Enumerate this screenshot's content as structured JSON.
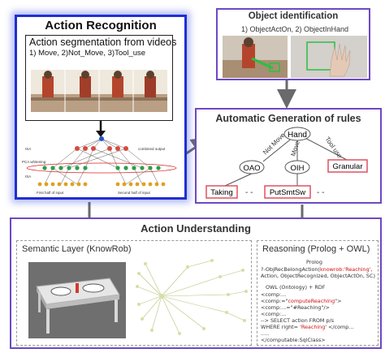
{
  "action_recognition": {
    "title": "Action Recognition",
    "sub_title": "Action segmentation from videos",
    "sub_items": "1) Move, 2)Not_Move, 3)Tool_use",
    "nn_labels": {
      "isa": "ISA",
      "pca": "PCA\nwhitening",
      "isa2": "ISA",
      "combined": "combined output",
      "first_half": "First half of input",
      "second_half": "Second half of input"
    }
  },
  "object_identification": {
    "title": "Object identification",
    "sub": "1) ObjectActOn, 2) ObjectInHand"
  },
  "rules": {
    "title": "Automatic Generation of rules",
    "root": "Hand",
    "edge_left": "Not Move",
    "edge_mid": "Move",
    "edge_right": "Tool use",
    "node_oao": "OAO",
    "node_oih": "OIH",
    "leaf_granular": "Granular",
    "leaf_taking": "Taking",
    "leaf_putsomething": "PutSmtSw",
    "dashes": "- -"
  },
  "understanding": {
    "title": "Action Understanding",
    "semantic_title": "Semantic Layer (KnowRob)",
    "reasoning_title": "Reasoning (Prolog + OWL)"
  },
  "code": {
    "prolog_label": "Prolog",
    "line1_pre": "?-ObjRecBelongAction(",
    "line1_red": "knowrob:'Reaching'",
    "line1_post": ",",
    "line2": "Action, ObjectRecognized, ObjectActOn, SC)",
    "owl_label": "OWL (Ontology) + RDF",
    "line3": "<comp:...",
    "line4_pre": "<comp:=\"",
    "line4_red": "computeReaching",
    "line4_post": "\">",
    "line5": "<comp:...=\"#Reaching\"/>",
    "line6": "<comp:...",
    "line7": "--> SELECT action FROM p/s",
    "line8_pre": "WHERE right= '",
    "line8_red": "Reaching",
    "line8_post": "' </comp...",
    "line9": ".....",
    "line10": "</computable:SqlClass>"
  },
  "colors": {
    "blue_border": "#1f2fd0",
    "purple_border": "#6d49c4",
    "red_box": "#e05060",
    "arrow": "#6a6a6a"
  }
}
